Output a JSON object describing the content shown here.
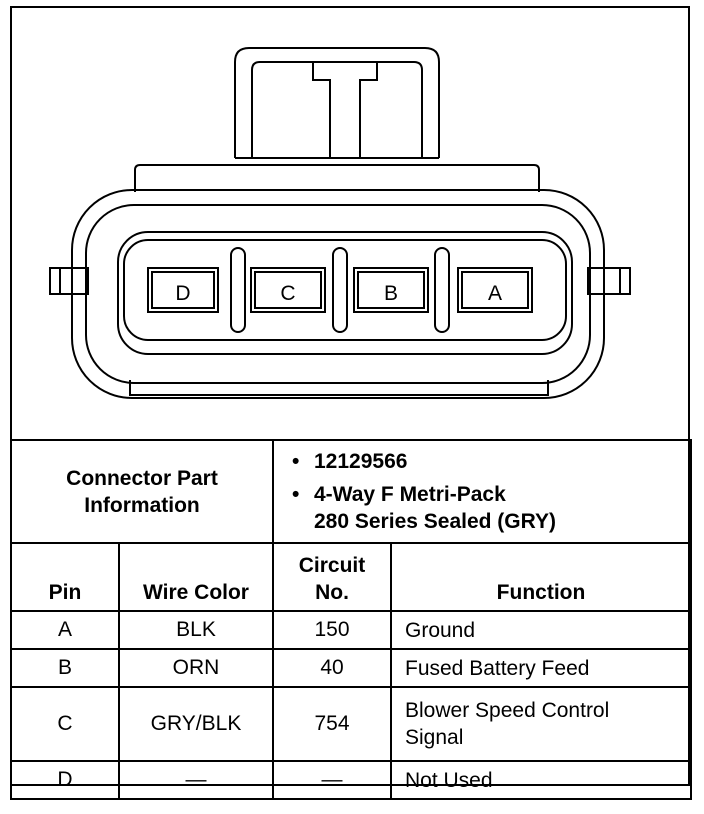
{
  "pin_labels": [
    "D",
    "C",
    "B",
    "A"
  ],
  "connector_info": {
    "label_line1": "Connector Part",
    "label_line2": "Information",
    "bullet": "•",
    "part_number": "12129566",
    "description_line1": "4-Way F Metri-Pack",
    "description_line2": "280 Series Sealed (GRY)"
  },
  "table": {
    "headers": {
      "pin": "Pin",
      "wire_color": "Wire Color",
      "circuit_line1": "Circuit",
      "circuit_line2": "No.",
      "function": "Function"
    },
    "rows": [
      {
        "pin": "A",
        "wire_color": "BLK",
        "circuit": "150",
        "function_line1": "Ground",
        "function_line2": ""
      },
      {
        "pin": "B",
        "wire_color": "ORN",
        "circuit": "40",
        "function_line1": "Fused Battery Feed",
        "function_line2": ""
      },
      {
        "pin": "C",
        "wire_color": "GRY/BLK",
        "circuit": "754",
        "function_line1": "Blower Speed Control",
        "function_line2": "Signal"
      },
      {
        "pin": "D",
        "wire_color": "—",
        "circuit": "—",
        "function_line1": "Not Used",
        "function_line2": ""
      }
    ]
  }
}
